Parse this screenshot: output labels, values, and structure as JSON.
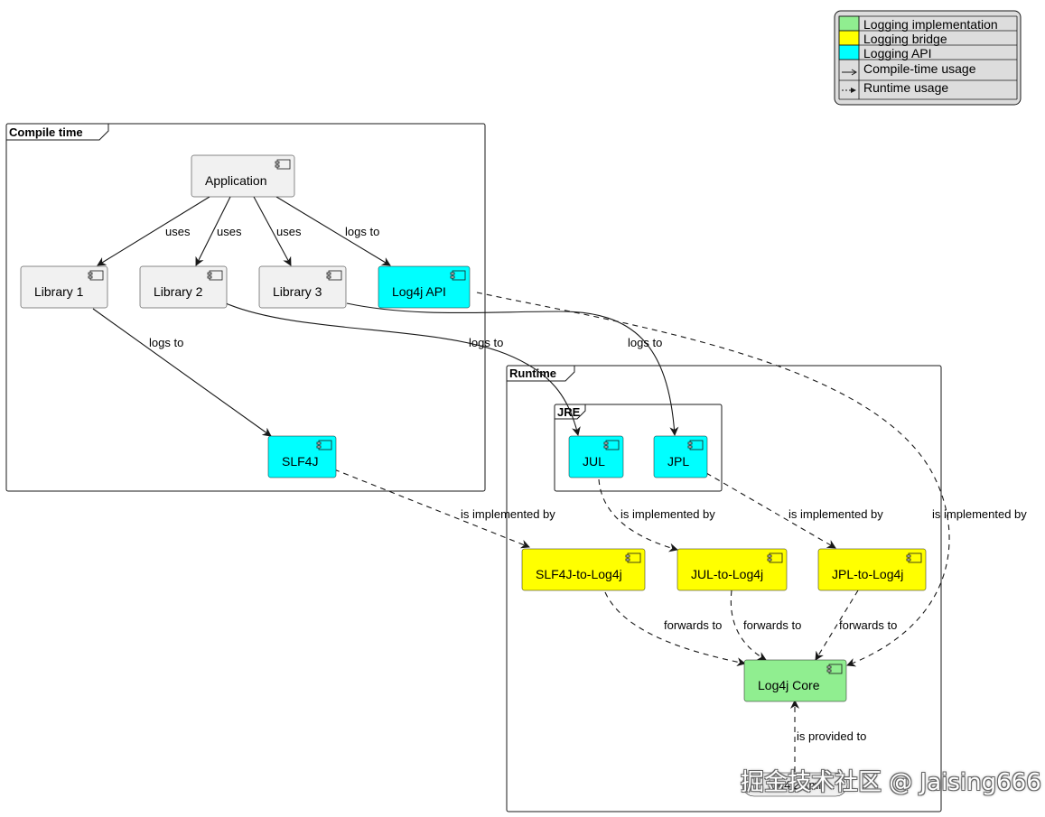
{
  "legend": {
    "items": [
      {
        "label": "Logging implementation",
        "color": "#90EE90"
      },
      {
        "label": "Logging bridge",
        "color": "#FFFF00"
      },
      {
        "label": "Logging API",
        "color": "#00FFFF"
      },
      {
        "label": "Compile-time usage",
        "icon": "solid-arrow-icon"
      },
      {
        "label": "Runtime usage",
        "icon": "dashed-arrow-icon"
      }
    ]
  },
  "frames": {
    "compile_time": "Compile time",
    "runtime": "Runtime",
    "jre": "JRE"
  },
  "components": {
    "application": "Application",
    "library1": "Library 1",
    "library2": "Library 2",
    "library3": "Library 3",
    "log4j_api": "Log4j API",
    "slf4j": "SLF4J",
    "jul": "JUL",
    "jpl": "JPL",
    "slf4j_to_log4j": "SLF4J-to-Log4j",
    "jul_to_log4j": "JUL-to-Log4j",
    "jpl_to_log4j": "JPL-to-Log4j",
    "log4j_core": "Log4j Core",
    "config_file": "log4j2.xml"
  },
  "edges": {
    "app_lib1": "uses",
    "app_lib2": "uses",
    "app_lib3": "uses",
    "app_api": "logs to",
    "lib1_slf4j": "logs to",
    "lib2_jul": "logs to",
    "lib3_jpl": "logs to",
    "slf4j_impl": "is implemented by",
    "jul_impl": "is implemented by",
    "jpl_impl": "is implemented by",
    "api_impl": "is implemented by",
    "slf4j_fwd": "forwards to",
    "jul_fwd": "forwards to",
    "jpl_fwd": "forwards to",
    "config_provided": "is provided to"
  },
  "colors": {
    "api": "#00FFFF",
    "bridge": "#FFFF00",
    "impl": "#90EE90",
    "neutral": "#F1F1F1",
    "legend_bg": "#DDDDDD"
  },
  "watermark": "掘金技术社区 @ Jaising666"
}
